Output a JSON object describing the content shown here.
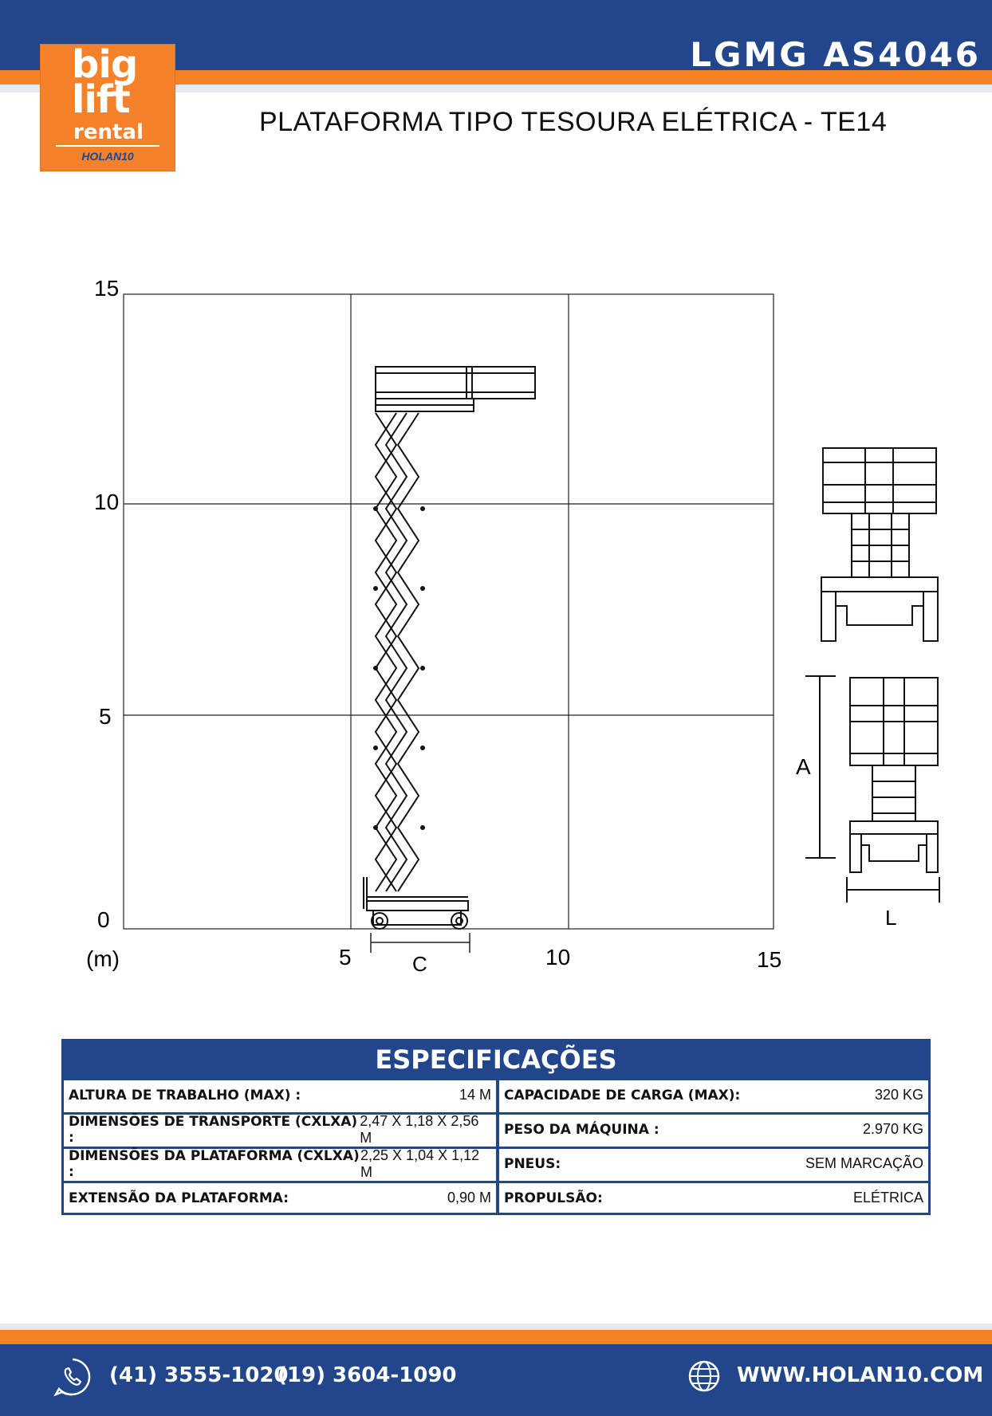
{
  "header": {
    "model": "LGMG AS4046",
    "subtitle": "PLATAFORMA TIPO TESOURA ELÉTRICA - TE14"
  },
  "logo": {
    "line1": "big",
    "line2": "lift",
    "line3": "rental",
    "brand": "HOLAN10"
  },
  "diagram": {
    "y_ticks": [
      "15",
      "10",
      "5",
      "0"
    ],
    "x_ticks": [
      "5",
      "10",
      "15"
    ],
    "unit": "(m)",
    "dim_c": "C",
    "dim_a": "A",
    "dim_l": "L"
  },
  "specs": {
    "title": "ESPECIFICAÇÕES",
    "left": [
      {
        "label": "ALTURA DE TRABALHO (MAX) :",
        "value": "14 M"
      },
      {
        "label": "DIMENSÕES DE TRANSPORTE (CXLXA) :",
        "value": "2,47 X 1,18 X 2,56 M"
      },
      {
        "label": "DIMENSÕES DA PLATAFORMA (CXLXA) :",
        "value": "2,25 X 1,04 X 1,12 M"
      },
      {
        "label": "EXTENSÃO DA PLATAFORMA:",
        "value": "0,90 M"
      }
    ],
    "right": [
      {
        "label": "CAPACIDADE DE CARGA (MAX):",
        "value": "320 KG"
      },
      {
        "label": "PESO DA MÁQUINA :",
        "value": "2.970 KG"
      },
      {
        "label": "PNEUS:",
        "value": "SEM MARCAÇÃO"
      },
      {
        "label": "PROPULSÃO:",
        "value": "ELÉTRICA"
      }
    ]
  },
  "footer": {
    "phone1": "(41) 3555-1020",
    "phone2": "(19) 3604-1090",
    "website": "WWW.HOLAN10.COM"
  },
  "colors": {
    "primary": "#22468c",
    "accent": "#f58220"
  }
}
